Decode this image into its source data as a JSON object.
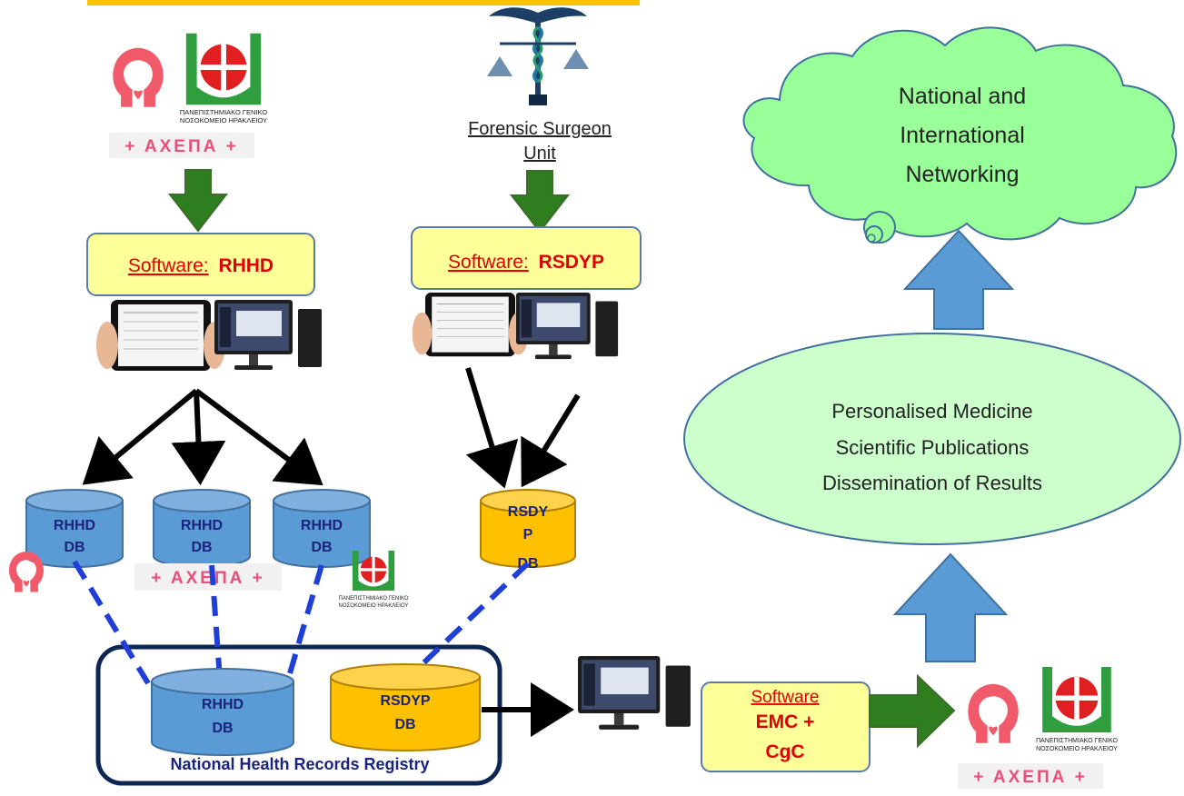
{
  "forensic": {
    "line1": "Forensic Surgeon",
    "line2": "Unit"
  },
  "software": {
    "rhhd": {
      "prefix": "Software:",
      "name": "RHHD"
    },
    "rsdyp": {
      "prefix": "Software:",
      "name": "RSDYP"
    },
    "emc": {
      "prefix": "Software",
      "line1": "EMC +",
      "line2": "CgC"
    }
  },
  "databases": {
    "rhhd_1": {
      "line1": "RHHD",
      "line2": "DB"
    },
    "rhhd_2": {
      "line1": "RHHD",
      "line2": "DB"
    },
    "rhhd_3": {
      "line1": "RHHD",
      "line2": "DB"
    },
    "rsdyp": {
      "line1": "RSDY",
      "line2": "P",
      "line3": "DB"
    },
    "registry_rhhd": {
      "line1": "RHHD",
      "line2": "DB"
    },
    "registry_rsdyp": {
      "line1": "RSDYP",
      "line2": "DB"
    }
  },
  "registry": {
    "label": "National Health Records Registry"
  },
  "cloud": {
    "line1": "National and",
    "line2": "International",
    "line3": "Networking"
  },
  "ellipse": {
    "line1": "Personalised Medicine",
    "line2": "Scientific Publications",
    "line3": "Dissemination of Results"
  },
  "logos": {
    "axepa": "+ ΑΧΕΠΑ +",
    "hospital_line1": "ΠΑΝΕΠΙΣΤΗΜΙΑΚΟ ΓΕΝΙΚΟ",
    "hospital_line2": "ΝΟΣΟΚΟΜΕΙΟ ΗΡΑΚΛΕΙΟΥ"
  },
  "colors": {
    "db_blue": "#5b9bd5",
    "db_yellow": "#ffc000",
    "software_box": "#ffff99",
    "green_arrow": "#2e7d1f",
    "light_green": "#ccffcc",
    "cloud_green": "#99ff99",
    "top_bar": "#ffc000",
    "dark_navy": "#0d2754",
    "db_text": "#1a237e",
    "red_text": "#e00000"
  }
}
